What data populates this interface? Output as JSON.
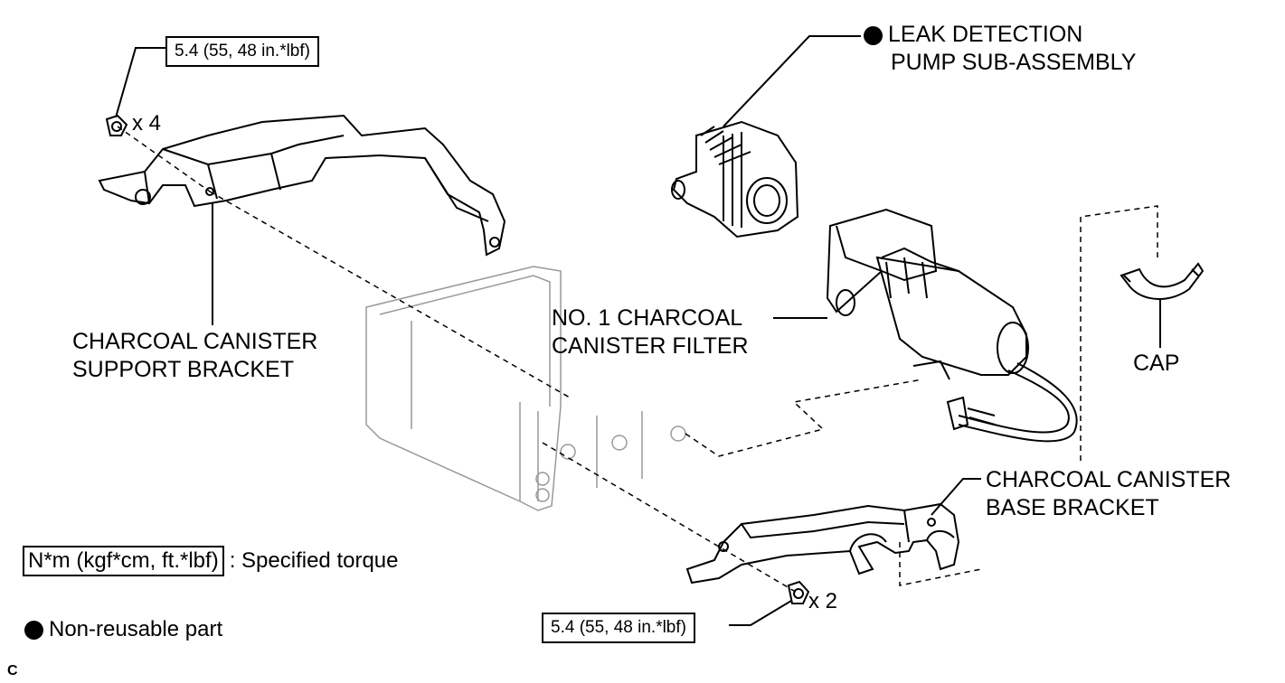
{
  "labels": {
    "leak_pump_line1": "LEAK DETECTION",
    "leak_pump_line2": "PUMP SUB-ASSEMBLY",
    "filter_line1": "NO. 1 CHARCOAL",
    "filter_line2": "CANISTER FILTER",
    "support_bracket_line1": "CHARCOAL CANISTER",
    "support_bracket_line2": "SUPPORT BRACKET",
    "base_bracket_line1": "CHARCOAL CANISTER",
    "base_bracket_line2": "BASE BRACKET",
    "cap": "CAP"
  },
  "torque": {
    "upper": "5.4 (55, 48 in.*lbf)",
    "lower": "5.4 (55, 48 in.*lbf)"
  },
  "bolt_counts": {
    "upper": "x 4",
    "lower": "x 2"
  },
  "legend": {
    "torque_units": "N*m (kgf*cm, ft.*lbf)",
    "torque_desc": ": Specified torque",
    "non_reusable": "Non-reusable part"
  },
  "corner_mark": "C"
}
